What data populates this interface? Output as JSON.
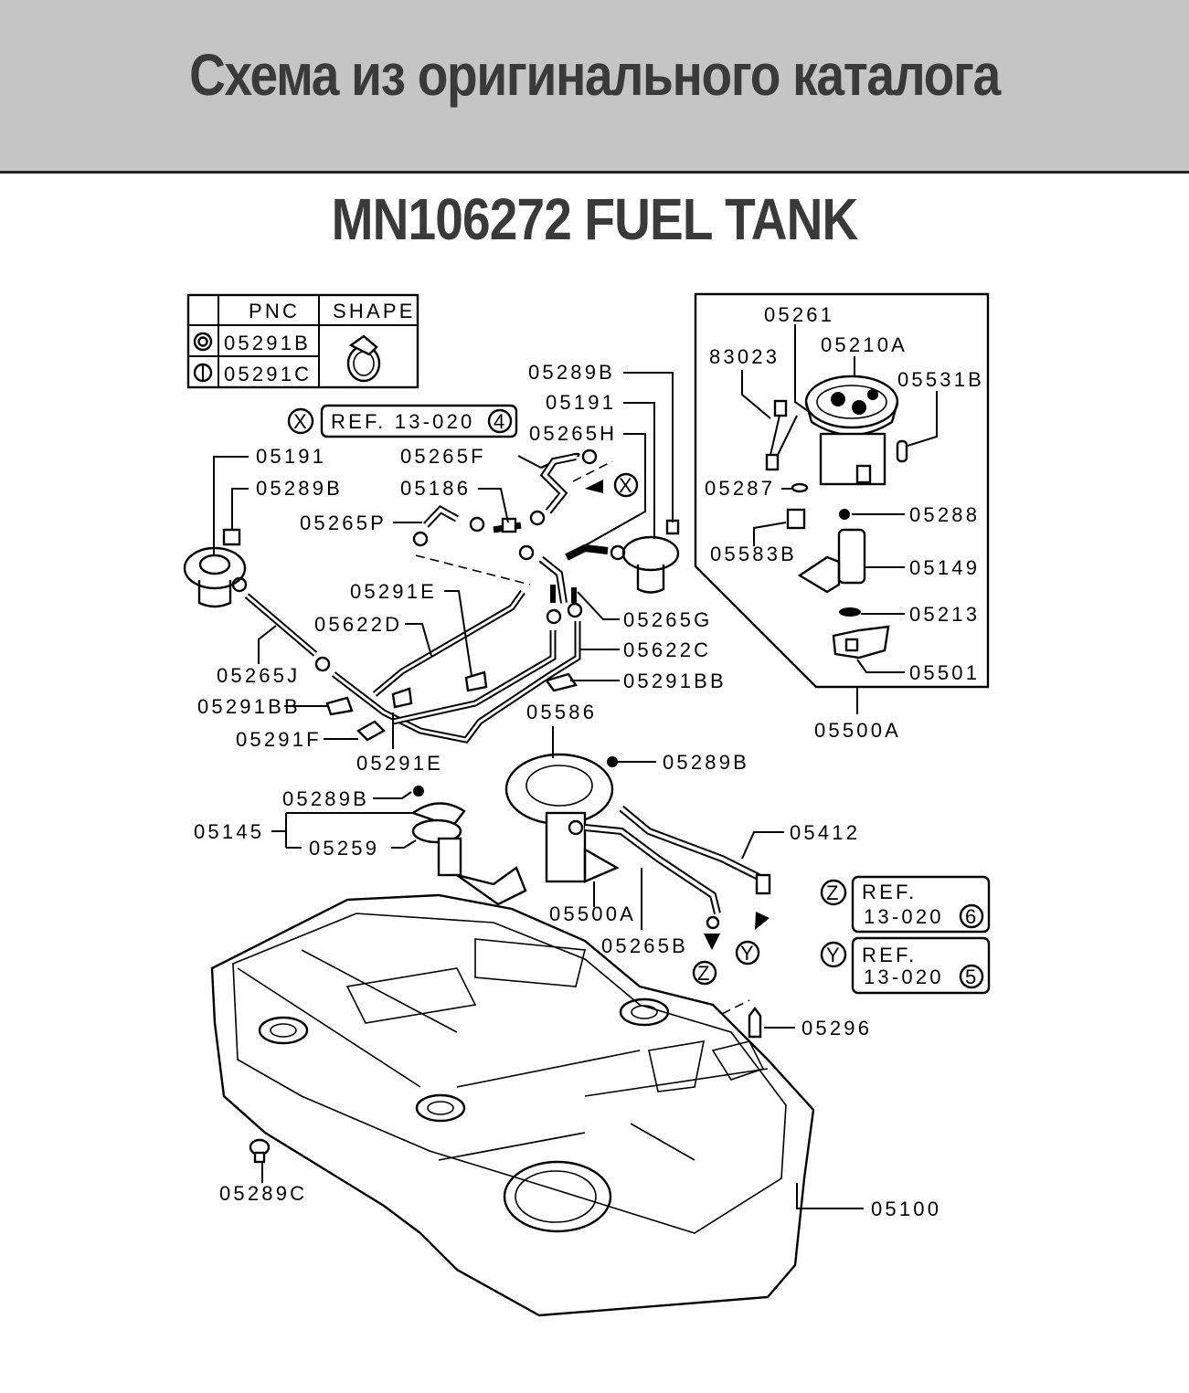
{
  "banner": {
    "title": "Схема из оригинального каталога",
    "background": "#c5c5c5",
    "text_color": "#3a3a3a"
  },
  "diagram": {
    "title": "MN106272 FUEL TANK",
    "legend_table": {
      "headers": [
        "",
        "PNC",
        "SHAPE"
      ],
      "rows": [
        {
          "symbol": "double-circle-clamp-icon",
          "pnc": "05291B"
        },
        {
          "symbol": "split-circle-clamp-icon",
          "pnc": "05291C"
        }
      ],
      "shape_icon": "hose-clamp-icon"
    },
    "references": [
      {
        "marker": "X",
        "text": "REF. 13-020",
        "circled_number": "4"
      },
      {
        "marker": "Z",
        "text_line1": "REF.",
        "text_line2": "13-020",
        "circled_number": "6"
      },
      {
        "marker": "Y",
        "text_line1": "REF.",
        "text_line2": "13-020",
        "circled_number": "5"
      }
    ],
    "inset_box_part": "05500A",
    "part_labels": {
      "p05261": "05261",
      "p05210A": "05210A",
      "p83023": "83023",
      "p05531B": "05531B",
      "p05287": "05287",
      "p05288": "05288",
      "p05583B": "05583B",
      "p05149": "05149",
      "p05213": "05213",
      "p05501": "05501",
      "p05500A_inset": "05500A",
      "p05289B_a": "05289B",
      "p05191_a": "05191",
      "p05265H": "05265H",
      "p05265F": "05265F",
      "p05186": "05186",
      "p05265P": "05265P",
      "p05191_b": "05191",
      "p05289B_b": "05289B",
      "p05291E_a": "05291E",
      "p05622D": "05622D",
      "p05265G": "05265G",
      "p05622C": "05622C",
      "p05291BB_a": "05291BB",
      "p05265J": "05265J",
      "p05291BB_b": "05291BB",
      "p05291F": "05291F",
      "p05291E_b": "05291E",
      "p05586": "05586",
      "p05289B_c": "05289B",
      "p05289B_d": "05289B",
      "p05145": "05145",
      "p05259": "05259",
      "p05412": "05412",
      "p05500A": "05500A",
      "p05265B": "05265B",
      "p05296": "05296",
      "p05289C": "05289C",
      "p05100": "05100"
    },
    "flow_markers": {
      "x": "X",
      "y": "Y",
      "z": "Z"
    }
  }
}
